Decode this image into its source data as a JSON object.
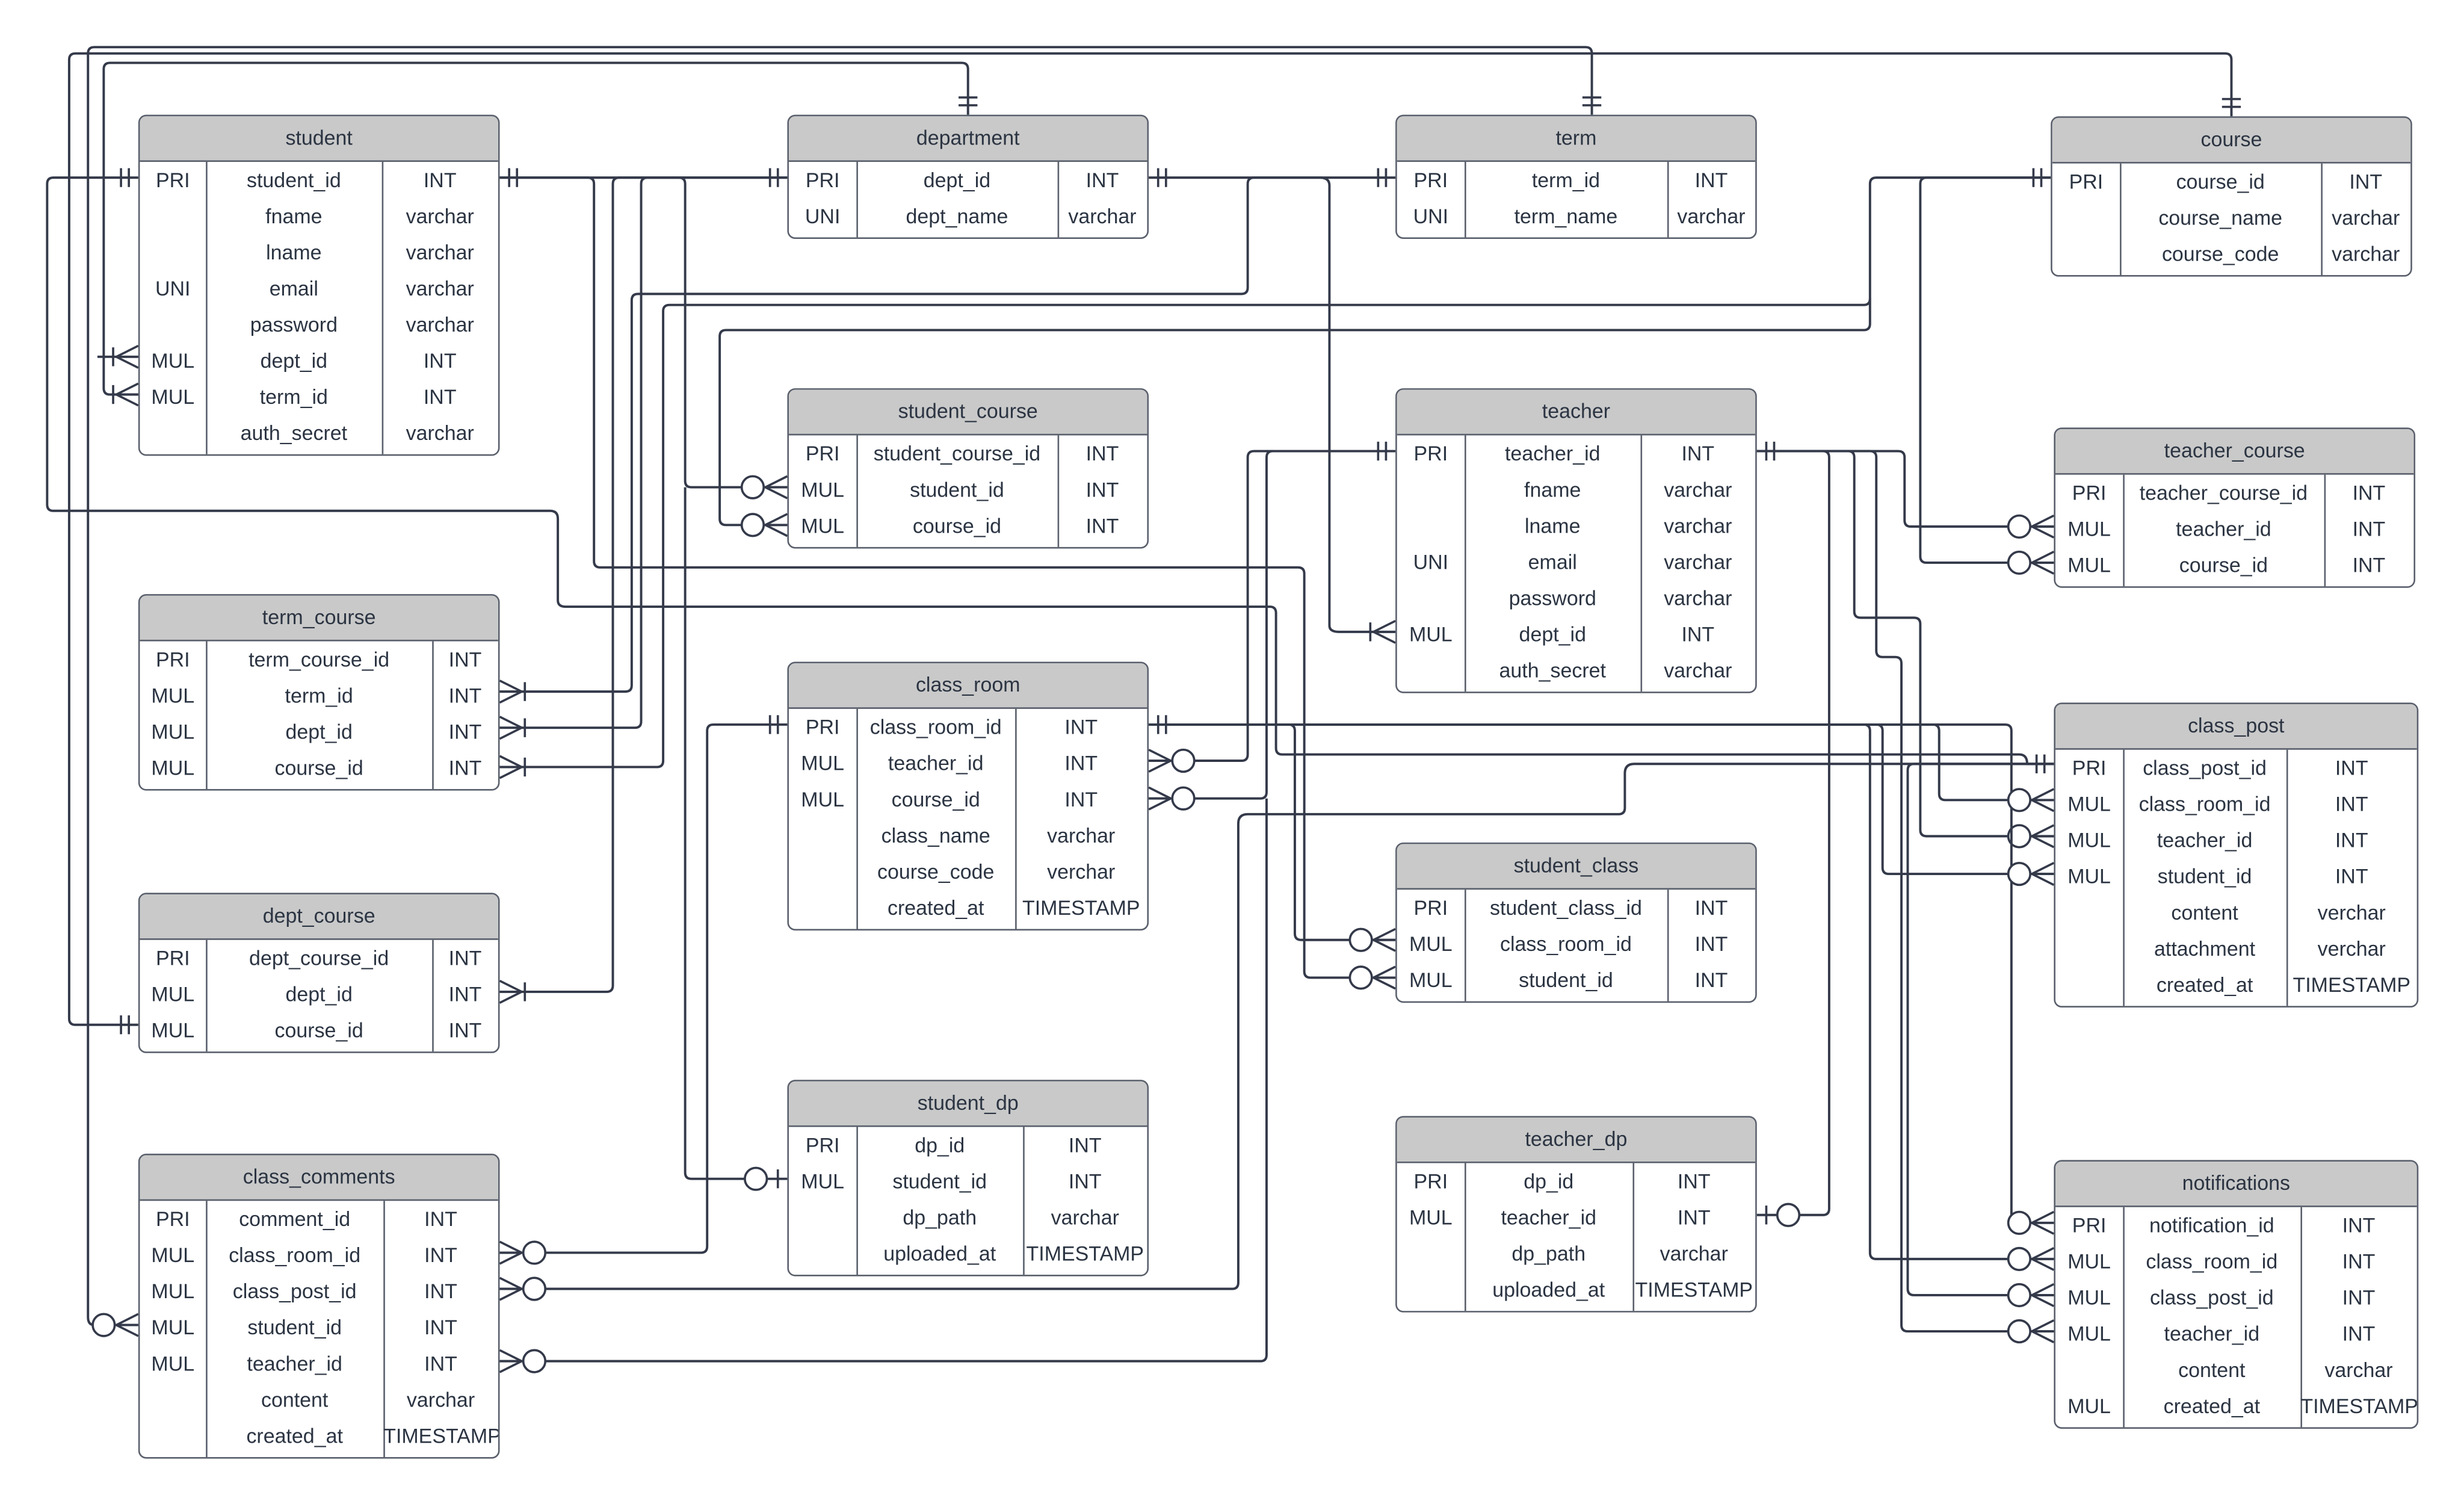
{
  "colors": {
    "line": "#343a4a",
    "header_fill": "#c9c9c9",
    "border": "#5a606c",
    "text": "#2b3442"
  },
  "tables": {
    "student": {
      "title": "student",
      "rows": [
        [
          "PRI",
          "student_id",
          "INT"
        ],
        [
          "",
          "fname",
          "varchar"
        ],
        [
          "",
          "lname",
          "varchar"
        ],
        [
          "UNI",
          "email",
          "varchar"
        ],
        [
          "",
          "password",
          "varchar"
        ],
        [
          "MUL",
          "dept_id",
          "INT"
        ],
        [
          "MUL",
          "term_id",
          "INT"
        ],
        [
          "",
          "auth_secret",
          "varchar"
        ]
      ]
    },
    "department": {
      "title": "department",
      "rows": [
        [
          "PRI",
          "dept_id",
          "INT"
        ],
        [
          "UNI",
          "dept_name",
          "varchar"
        ]
      ]
    },
    "term": {
      "title": "term",
      "rows": [
        [
          "PRI",
          "term_id",
          "INT"
        ],
        [
          "UNI",
          "term_name",
          "varchar"
        ]
      ]
    },
    "course": {
      "title": "course",
      "rows": [
        [
          "PRI",
          "course_id",
          "INT"
        ],
        [
          "",
          "course_name",
          "varchar"
        ],
        [
          "",
          "course_code",
          "varchar"
        ]
      ]
    },
    "student_course": {
      "title": "student_course",
      "rows": [
        [
          "PRI",
          "student_course_id",
          "INT"
        ],
        [
          "MUL",
          "student_id",
          "INT"
        ],
        [
          "MUL",
          "course_id",
          "INT"
        ]
      ]
    },
    "teacher": {
      "title": "teacher",
      "rows": [
        [
          "PRI",
          "teacher_id",
          "INT"
        ],
        [
          "",
          "fname",
          "varchar"
        ],
        [
          "",
          "lname",
          "varchar"
        ],
        [
          "UNI",
          "email",
          "varchar"
        ],
        [
          "",
          "password",
          "varchar"
        ],
        [
          "MUL",
          "dept_id",
          "INT"
        ],
        [
          "",
          "auth_secret",
          "varchar"
        ]
      ]
    },
    "teacher_course": {
      "title": "teacher_course",
      "rows": [
        [
          "PRI",
          "teacher_course_id",
          "INT"
        ],
        [
          "MUL",
          "teacher_id",
          "INT"
        ],
        [
          "MUL",
          "course_id",
          "INT"
        ]
      ]
    },
    "term_course": {
      "title": "term_course",
      "rows": [
        [
          "PRI",
          "term_course_id",
          "INT"
        ],
        [
          "MUL",
          "term_id",
          "INT"
        ],
        [
          "MUL",
          "dept_id",
          "INT"
        ],
        [
          "MUL",
          "course_id",
          "INT"
        ]
      ]
    },
    "class_room": {
      "title": "class_room",
      "rows": [
        [
          "PRI",
          "class_room_id",
          "INT"
        ],
        [
          "MUL",
          "teacher_id",
          "INT"
        ],
        [
          "MUL",
          "course_id",
          "INT"
        ],
        [
          "",
          "class_name",
          "varchar"
        ],
        [
          "",
          "course_code",
          "verchar"
        ],
        [
          "",
          "created_at",
          "TIMESTAMP"
        ]
      ]
    },
    "class_post": {
      "title": "class_post",
      "rows": [
        [
          "PRI",
          "class_post_id",
          "INT"
        ],
        [
          "MUL",
          "class_room_id",
          "INT"
        ],
        [
          "MUL",
          "teacher_id",
          "INT"
        ],
        [
          "MUL",
          "student_id",
          "INT"
        ],
        [
          "",
          "content",
          "verchar"
        ],
        [
          "",
          "attachment",
          "verchar"
        ],
        [
          "",
          "created_at",
          "TIMESTAMP"
        ]
      ]
    },
    "dept_course": {
      "title": "dept_course",
      "rows": [
        [
          "PRI",
          "dept_course_id",
          "INT"
        ],
        [
          "MUL",
          "dept_id",
          "INT"
        ],
        [
          "MUL",
          "course_id",
          "INT"
        ]
      ]
    },
    "student_class": {
      "title": "student_class",
      "rows": [
        [
          "PRI",
          "student_class_id",
          "INT"
        ],
        [
          "MUL",
          "class_room_id",
          "INT"
        ],
        [
          "MUL",
          "student_id",
          "INT"
        ]
      ]
    },
    "student_dp": {
      "title": "student_dp",
      "rows": [
        [
          "PRI",
          "dp_id",
          "INT"
        ],
        [
          "MUL",
          "student_id",
          "INT"
        ],
        [
          "",
          "dp_path",
          "varchar"
        ],
        [
          "",
          "uploaded_at",
          "TIMESTAMP"
        ]
      ]
    },
    "teacher_dp": {
      "title": "teacher_dp",
      "rows": [
        [
          "PRI",
          "dp_id",
          "INT"
        ],
        [
          "MUL",
          "teacher_id",
          "INT"
        ],
        [
          "",
          "dp_path",
          "varchar"
        ],
        [
          "",
          "uploaded_at",
          "TIMESTAMP"
        ]
      ]
    },
    "class_comments": {
      "title": "class_comments",
      "rows": [
        [
          "PRI",
          "comment_id",
          "INT"
        ],
        [
          "MUL",
          "class_room_id",
          "INT"
        ],
        [
          "MUL",
          "class_post_id",
          "INT"
        ],
        [
          "MUL",
          "student_id",
          "INT"
        ],
        [
          "MUL",
          "teacher_id",
          "INT"
        ],
        [
          "",
          "content",
          "varchar"
        ],
        [
          "",
          "created_at",
          "TIMESTAMP"
        ]
      ]
    },
    "notifications": {
      "title": "notifications",
      "rows": [
        [
          "PRI",
          "notification_id",
          "INT"
        ],
        [
          "MUL",
          "class_room_id",
          "INT"
        ],
        [
          "MUL",
          "class_post_id",
          "INT"
        ],
        [
          "MUL",
          "teacher_id",
          "INT"
        ],
        [
          "",
          "content",
          "varchar"
        ],
        [
          "MUL",
          "created_at",
          "TIMESTAMP"
        ]
      ]
    }
  },
  "relationships": [
    {
      "from": "department.dept_id",
      "to": "student.dept_id",
      "one": "one-mandatory",
      "many": "one-or-many"
    },
    {
      "from": "term.term_id",
      "to": "student.term_id",
      "one": "one-mandatory",
      "many": "one-or-many"
    },
    {
      "from": "student.student_id",
      "to": "student_course.student_id",
      "one": "one-mandatory",
      "many": "zero-or-many"
    },
    {
      "from": "course.course_id",
      "to": "student_course.course_id",
      "one": "one-mandatory",
      "many": "zero-or-many"
    },
    {
      "from": "department.dept_id",
      "to": "teacher.dept_id",
      "one": "one-mandatory",
      "many": "one-or-many"
    },
    {
      "from": "teacher.teacher_id",
      "to": "teacher_course.teacher_id",
      "one": "one-mandatory",
      "many": "zero-or-many"
    },
    {
      "from": "course.course_id",
      "to": "teacher_course.course_id",
      "one": "one-mandatory",
      "many": "zero-or-many"
    },
    {
      "from": "term.term_id",
      "to": "term_course.term_id",
      "one": "one-mandatory",
      "many": "one-or-many"
    },
    {
      "from": "department.dept_id",
      "to": "term_course.dept_id",
      "one": "one-mandatory",
      "many": "one-or-many"
    },
    {
      "from": "course.course_id",
      "to": "term_course.course_id",
      "one": "one-mandatory",
      "many": "one-or-many"
    },
    {
      "from": "teacher.teacher_id",
      "to": "class_room.teacher_id",
      "one": "one-mandatory",
      "many": "zero-or-many"
    },
    {
      "from": "course.course_id",
      "to": "class_room.course_id",
      "one": "one-mandatory",
      "many": "zero-or-many"
    },
    {
      "from": "department.dept_id",
      "to": "dept_course.dept_id",
      "one": "one-mandatory",
      "many": "one-or-many"
    },
    {
      "from": "course.course_id",
      "to": "dept_course.course_id",
      "one": "one-mandatory",
      "many": "one-mandatory"
    },
    {
      "from": "class_room.class_room_id",
      "to": "student_class.class_room_id",
      "one": "one-mandatory",
      "many": "zero-or-many"
    },
    {
      "from": "student.student_id",
      "to": "student_class.student_id",
      "one": "one-mandatory",
      "many": "zero-or-many"
    },
    {
      "from": "class_room.class_room_id",
      "to": "class_post.class_room_id",
      "one": "one-mandatory",
      "many": "zero-or-many"
    },
    {
      "from": "teacher.teacher_id",
      "to": "class_post.teacher_id",
      "one": "one-mandatory",
      "many": "zero-or-many"
    },
    {
      "from": "student.student_id",
      "to": "class_post.student_id",
      "one": "one-mandatory",
      "many": "zero-or-many"
    },
    {
      "from": "student.student_id",
      "to": "student_dp.student_id",
      "one": "one-mandatory",
      "many": "zero-or-one"
    },
    {
      "from": "teacher.teacher_id",
      "to": "teacher_dp.teacher_id",
      "one": "one-mandatory",
      "many": "zero-or-one"
    },
    {
      "from": "class_room.class_room_id",
      "to": "class_comments.class_room_id",
      "one": "one-mandatory",
      "many": "zero-or-many"
    },
    {
      "from": "class_post.class_post_id",
      "to": "class_comments.class_post_id",
      "one": "one-mandatory",
      "many": "zero-or-many"
    },
    {
      "from": "student.student_id",
      "to": "class_comments.student_id",
      "one": "one-mandatory",
      "many": "zero-or-many"
    },
    {
      "from": "teacher.teacher_id",
      "to": "class_comments.teacher_id",
      "one": "one-mandatory",
      "many": "zero-or-many"
    },
    {
      "from": "class_room.class_room_id",
      "to": "notifications.class_room_id",
      "one": "one-mandatory",
      "many": "zero-or-many"
    },
    {
      "from": "class_post.class_post_id",
      "to": "notifications.class_post_id",
      "one": "one-mandatory",
      "many": "zero-or-many"
    },
    {
      "from": "teacher.teacher_id",
      "to": "notifications.teacher_id",
      "one": "one-mandatory",
      "many": "zero-or-many"
    },
    {
      "from": "student.student_id",
      "to": "notifications.notification_id",
      "one": "one-mandatory",
      "many": "zero-or-many"
    }
  ]
}
